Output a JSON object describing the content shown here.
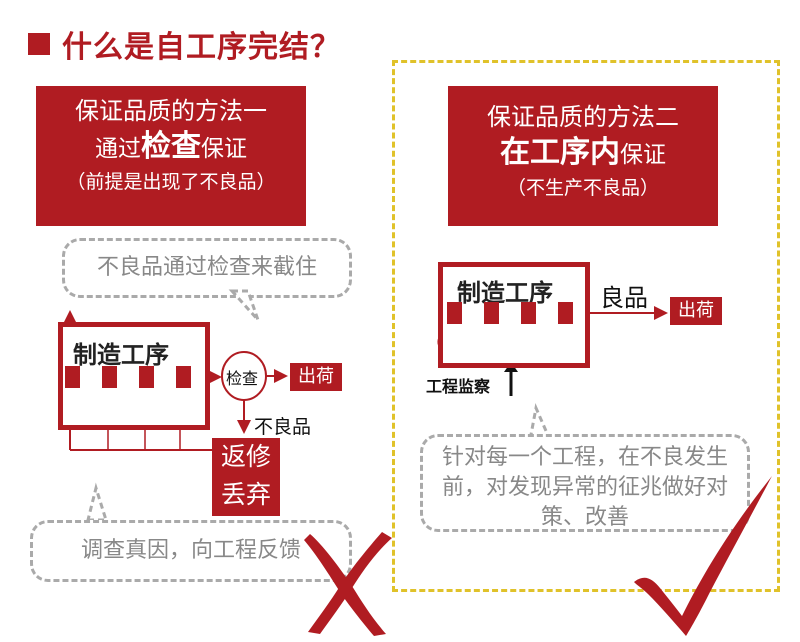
{
  "title": "什么是自工序完结？",
  "left": {
    "method_line1": "保证品质的方法一",
    "method_line2_pre": "通过",
    "method_line2_bold": "检查",
    "method_line2_post": "保证",
    "method_line3": "（前提是出现了不良品）",
    "bubble_top": "不良品通过检查来截住",
    "process_title": "制造工序",
    "inspection_label": "检查",
    "ship_label": "出荷",
    "defect_label": "不良品",
    "rework_line1": "返修",
    "rework_line2": "丢弃",
    "bubble_bottom": "调查真因，向工程反馈",
    "verdict": "cross-icon"
  },
  "right": {
    "method_line1": "保证品质的方法二",
    "method_line2_bold": "在工序内",
    "method_line2_post": "保证",
    "method_line3": "（不生产不良品）",
    "process_title": "制造工序",
    "good_label": "良品",
    "ship_label": "出荷",
    "monitor_label": "工程监察",
    "bubble_text": "针对每一个工程，在不良发生前，对发现异常的征兆做好对策、改善",
    "verdict": "check-icon"
  },
  "colors": {
    "accent": "#b01c22",
    "dash_frame": "#e0c22a",
    "bubble_border": "#aaaaaa"
  }
}
